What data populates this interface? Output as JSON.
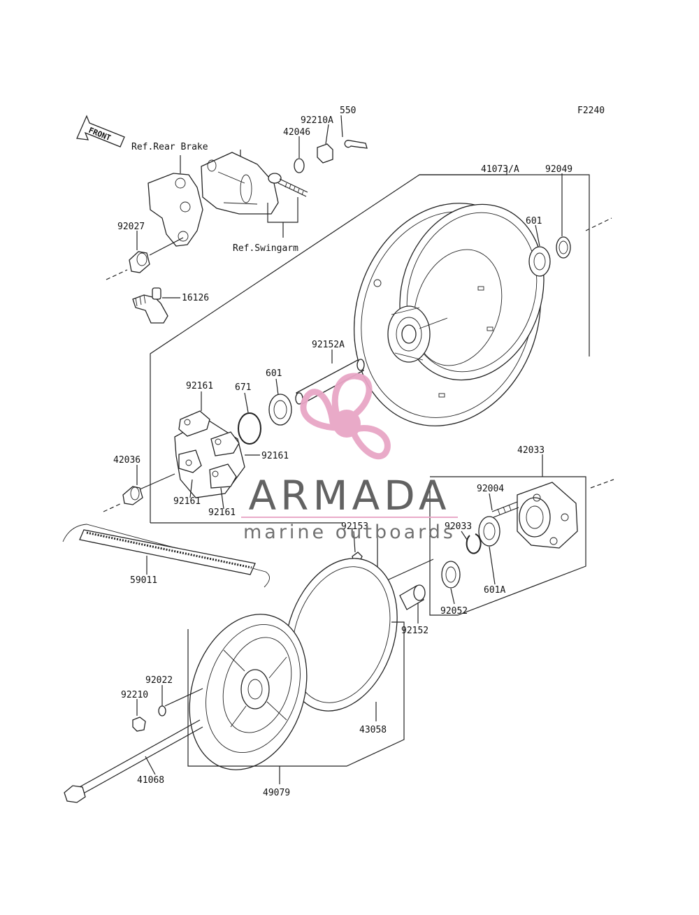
{
  "figure_code": "F2240",
  "front_label": "FRONT",
  "references": {
    "rear_brake": "Ref.Rear Brake",
    "swingarm": "Ref.Swingarm"
  },
  "parts": {
    "p550": "550",
    "p92210A": "92210A",
    "p42046": "42046",
    "p41073A": "41073/A",
    "p92049": "92049",
    "p601_top": "601",
    "p92027": "92027",
    "p16126": "16126",
    "p92152A": "92152A",
    "p601_mid": "601",
    "p671": "671",
    "p92161_a": "92161",
    "p92161_b": "92161",
    "p92161_c": "92161",
    "p92161_d": "92161",
    "p42036": "42036",
    "p42033": "42033",
    "p92004": "92004",
    "p92033": "92033",
    "p92153": "92153",
    "p59011": "59011",
    "p601A": "601A",
    "p92052": "92052",
    "p92152": "92152",
    "p92022": "92022",
    "p92210": "92210",
    "p43058": "43058",
    "p41068": "41068",
    "p49079": "49079"
  },
  "watermark": {
    "brand": "ARMADA",
    "tagline": "marine outboards",
    "accent_color": "#e8a6c6",
    "text_color": "#5a5a5a"
  }
}
